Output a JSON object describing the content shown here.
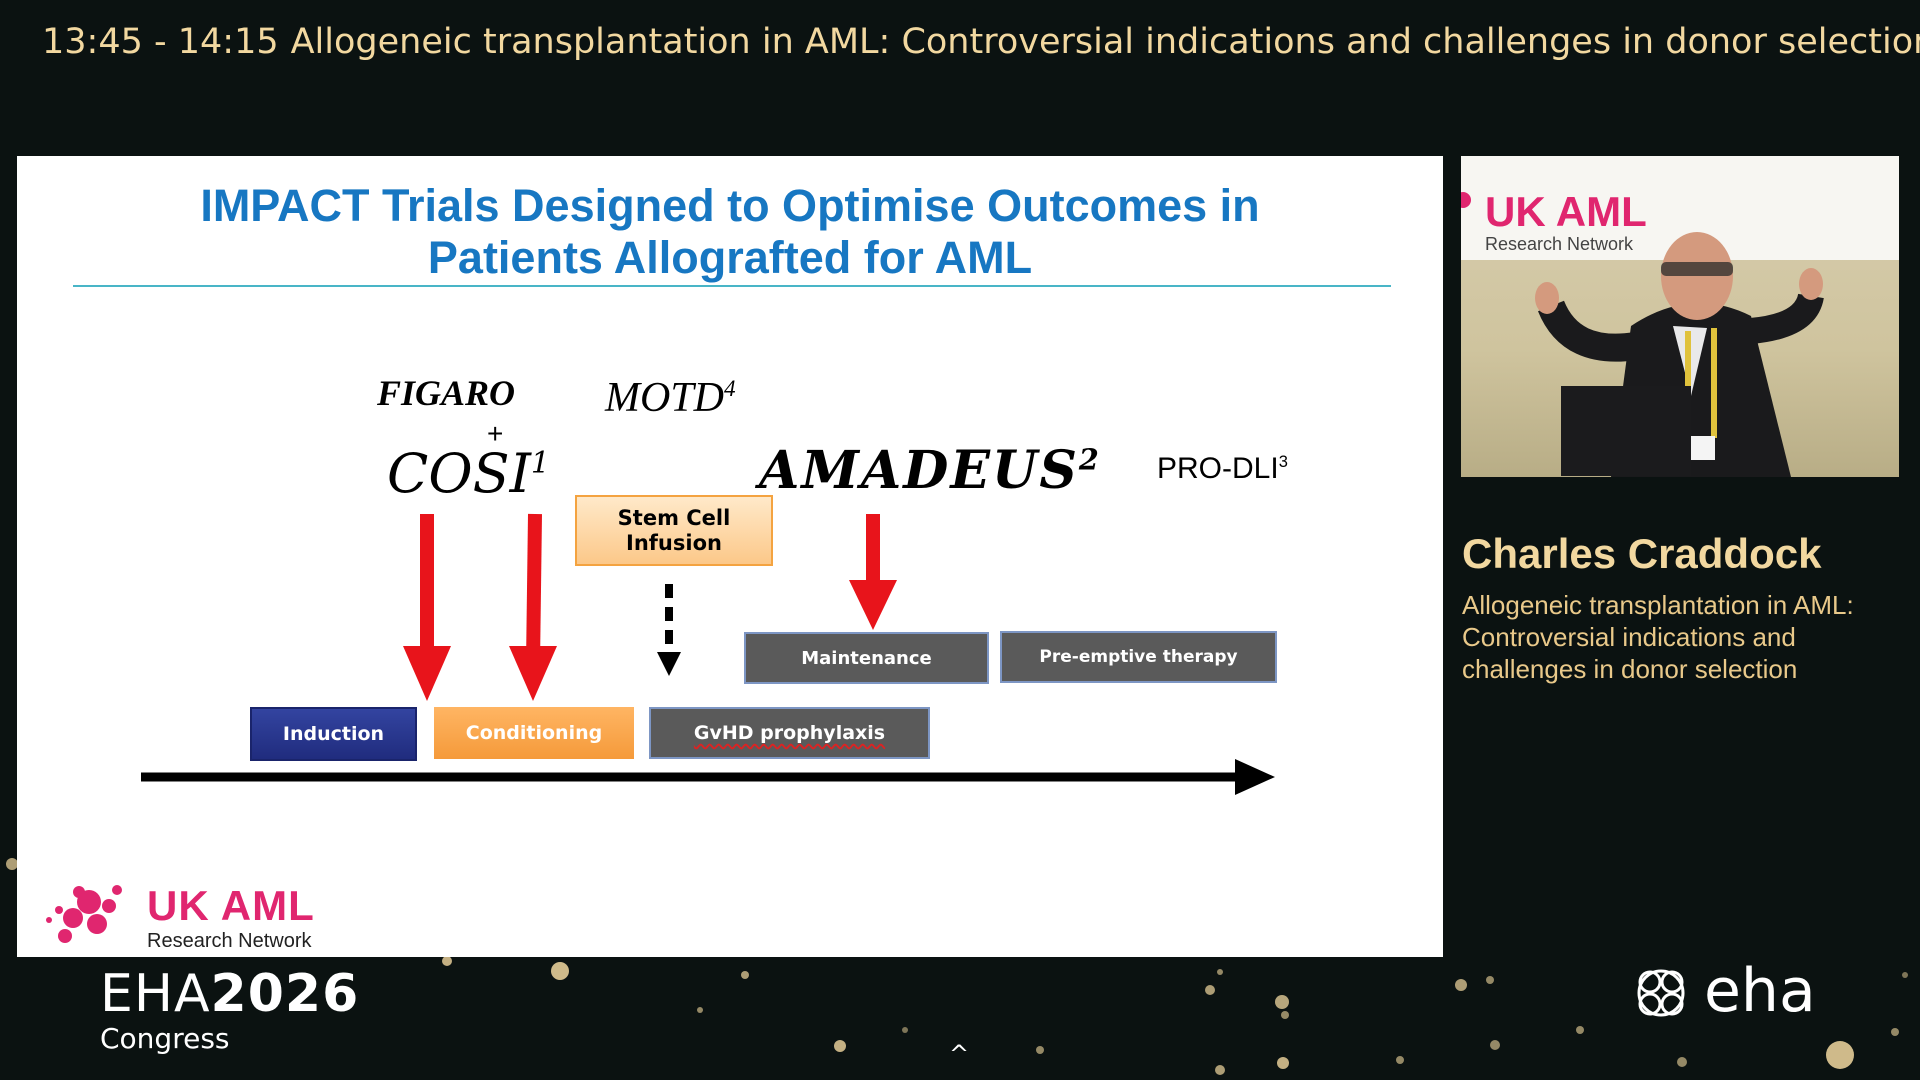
{
  "header": {
    "time": "13:45 - 14:15",
    "title": "Allogeneic transplantation in AML: Controversial indications and challenges in donor selection"
  },
  "slide": {
    "title_line1": "IMPACT Trials Designed to Optimise Outcomes in",
    "title_line2": "Patients Allografted for AML",
    "trials": {
      "figaro": "FIGARO",
      "plus": "+",
      "cosi": "COSI",
      "cosi_ref": "1",
      "motd": "MOTD",
      "motd_ref": "4",
      "amadeus": "AMADEUS",
      "amadeus_ref": "2",
      "prodli": "PRO-DLI",
      "prodli_ref": "3"
    },
    "boxes": {
      "stem_cell_line1": "Stem Cell",
      "stem_cell_line2": "Infusion",
      "maintenance": "Maintenance",
      "preemptive": "Pre-emptive therapy",
      "induction": "Induction",
      "conditioning": "Conditioning",
      "gvhd": "GvHD prophylaxis"
    },
    "logo": {
      "uk": "UK AML",
      "network": "Research Network"
    }
  },
  "video": {
    "banner_uk": "UK AML",
    "banner_network": "Research Network"
  },
  "speaker": {
    "name": "Charles Craddock",
    "talk": "Allogeneic transplantation in AML: Controversial indications and challenges in donor selection"
  },
  "footer": {
    "eha_light": "EHA",
    "eha_year": "2026",
    "congress": "Congress",
    "eha_logo_text": "eha",
    "scroll_icon": "chevron-up-icon"
  },
  "colors": {
    "header_text": "#f2d8a0",
    "slide_title": "#1777c2",
    "arrow_red": "#e8141b",
    "brand_pink": "#e0266f",
    "induction": "#25318a",
    "conditioning": "#f7a244",
    "grey_box": "#5a5a5a"
  }
}
